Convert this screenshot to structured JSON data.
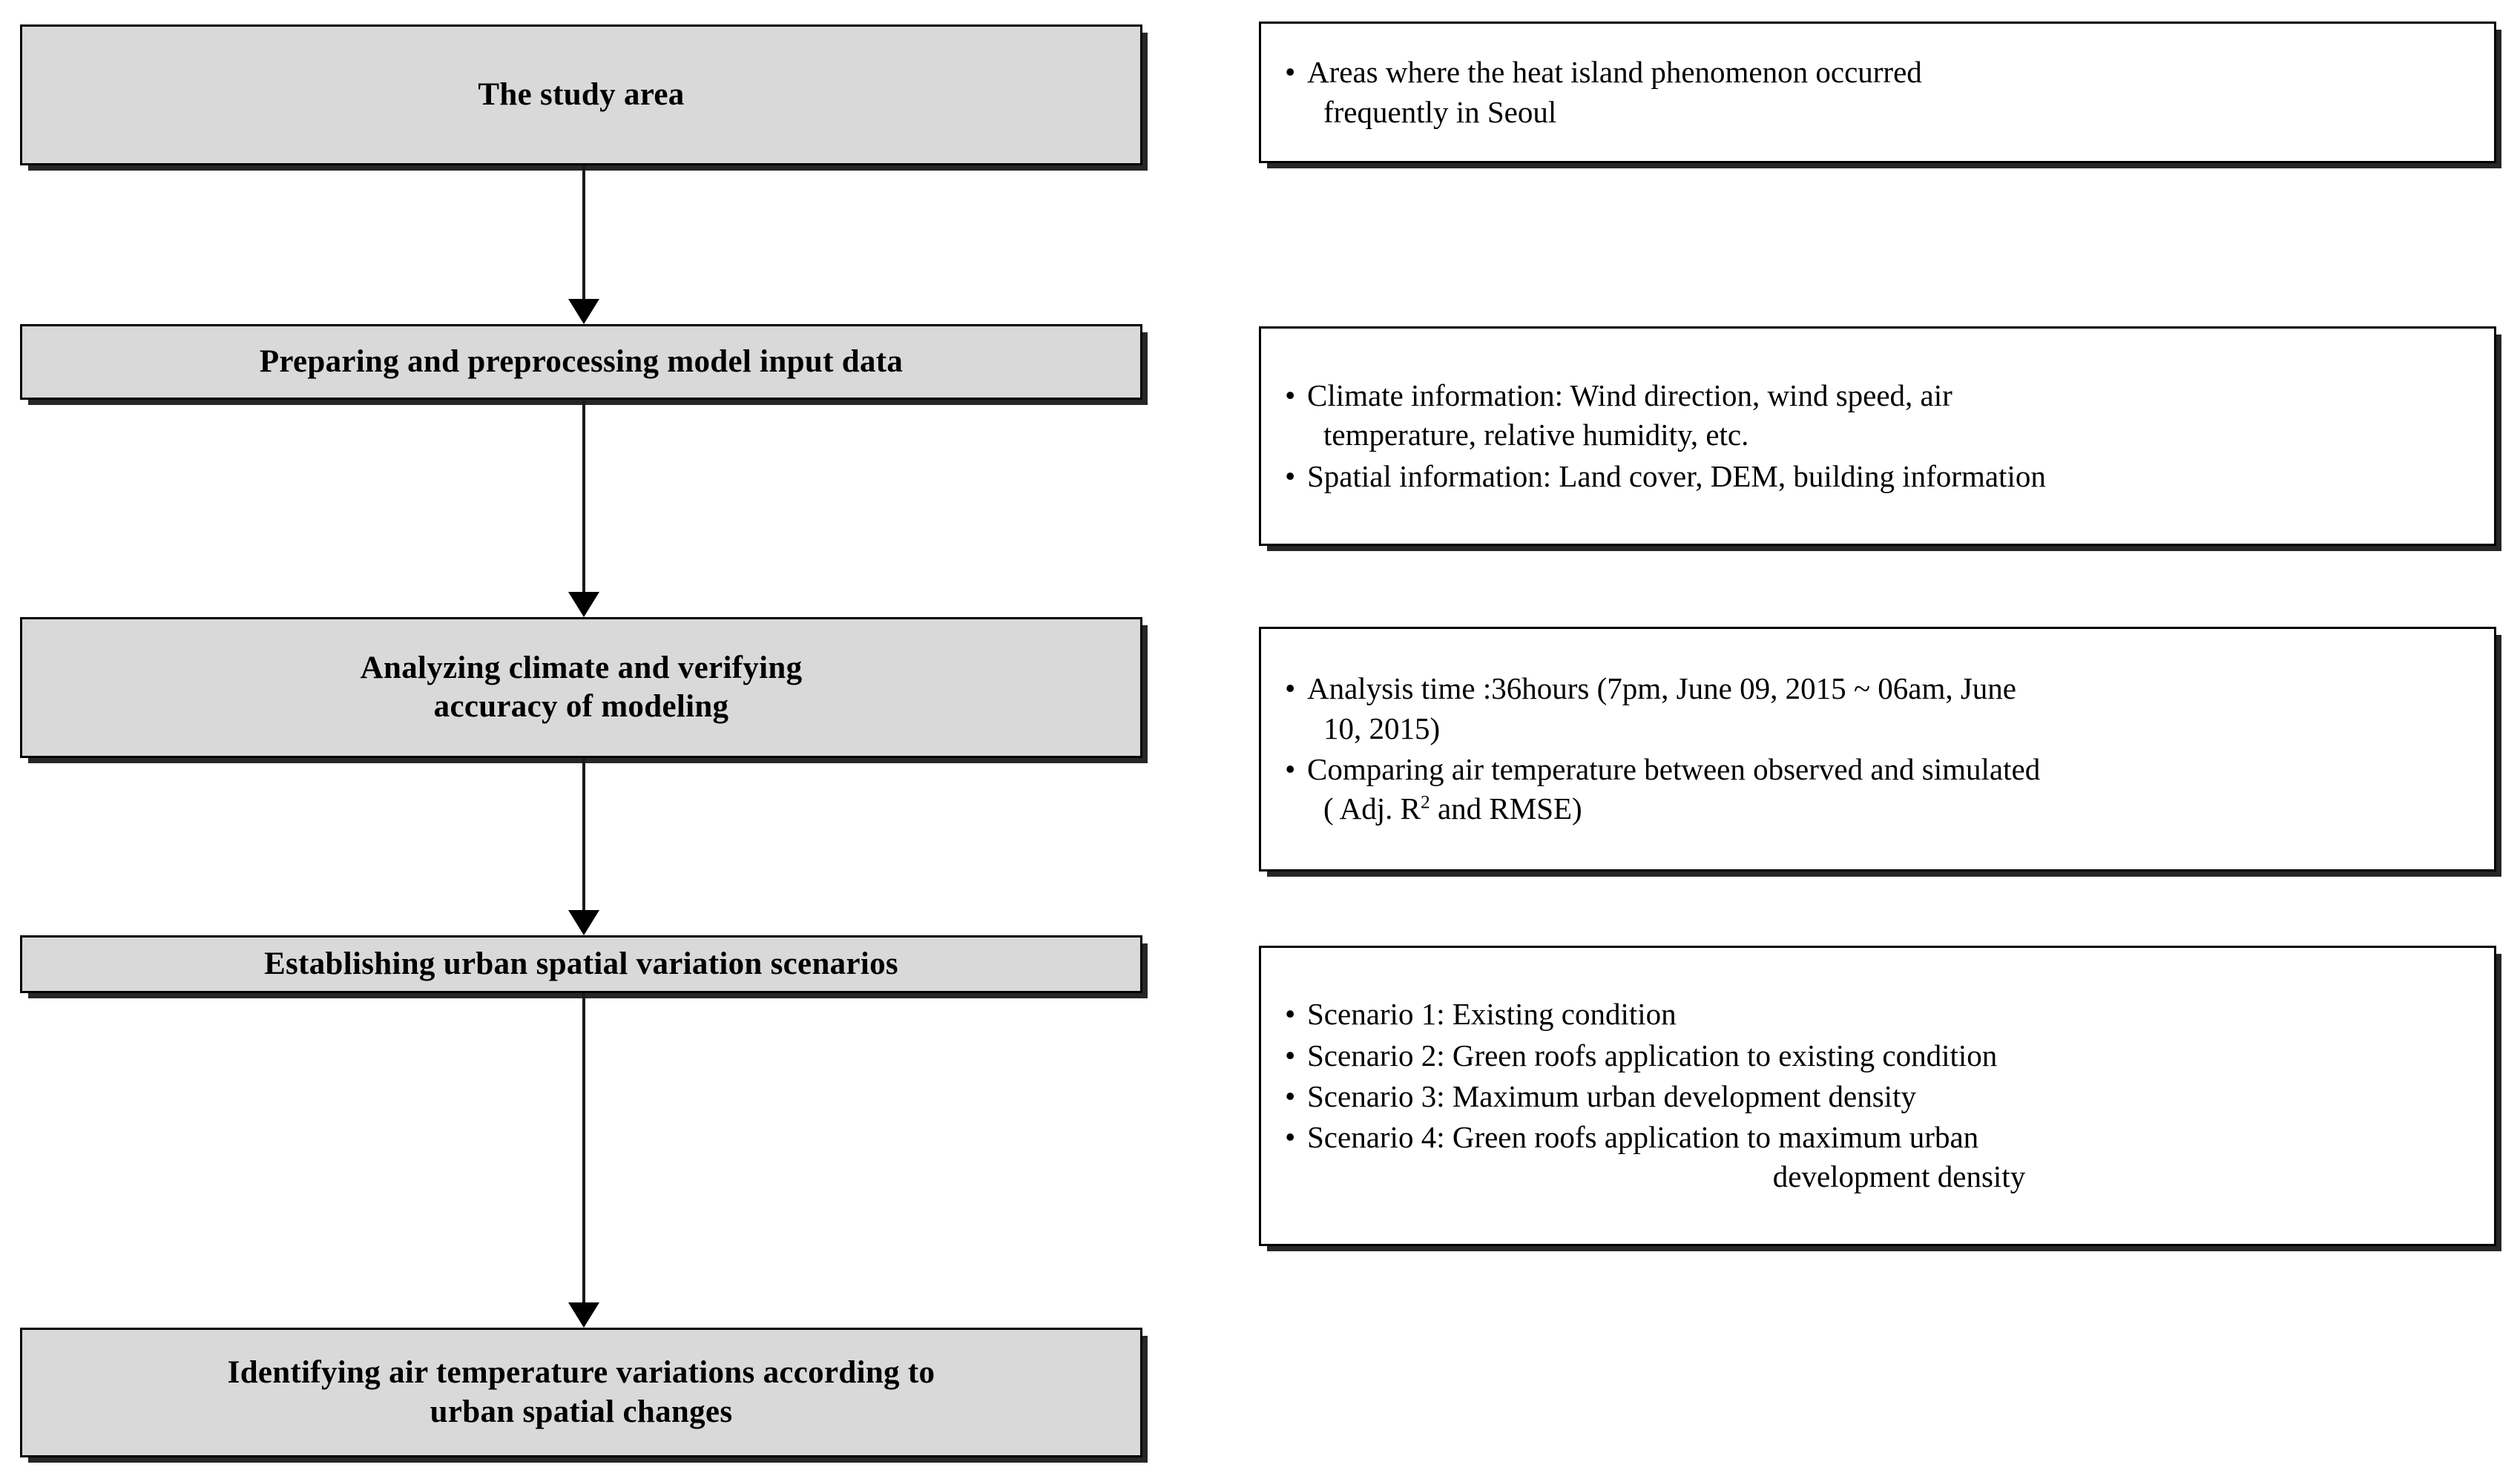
{
  "diagram": {
    "title": "Research workflow flowchart",
    "colors": {
      "process_fill": "#d9d9d9",
      "detail_fill": "#ffffff",
      "border": "#000000",
      "arrow": "#000000"
    },
    "steps": [
      {
        "id": "study-area",
        "label": "The study area",
        "details": [
          {
            "bullet": "•",
            "lines": [
              "Areas where the heat island phenomenon occurred",
              "frequently in Seoul"
            ]
          }
        ]
      },
      {
        "id": "input-data",
        "label": "Preparing and preprocessing model input data",
        "details": [
          {
            "bullet": "•",
            "lines": [
              "Climate information: Wind direction, wind speed, air",
              "temperature, relative humidity, etc."
            ]
          },
          {
            "bullet": "•",
            "lines": [
              "Spatial information: Land cover, DEM, building information"
            ]
          }
        ]
      },
      {
        "id": "analyze-verify",
        "label": "Analyzing climate and verifying\naccuracy of modeling",
        "label_line1": "Analyzing climate and verifying",
        "label_line2": "accuracy of modeling",
        "details": [
          {
            "bullet": "•",
            "lines": [
              "Analysis time :36hours (7pm, June 09, 2015 ~ 06am, June",
              "10, 2015)"
            ]
          },
          {
            "bullet": "•",
            "lines": [
              "Comparing air temperature between observed and simulated",
              "( Adj. R2 and RMSE)"
            ],
            "line2_prefix": "( Adj. R",
            "line2_sup": "2",
            "line2_suffix": " and RMSE)"
          }
        ]
      },
      {
        "id": "scenarios",
        "label": "Establishing urban spatial variation scenarios",
        "details": [
          {
            "bullet": "•",
            "lines": [
              "Scenario 1: Existing condition"
            ]
          },
          {
            "bullet": "•",
            "lines": [
              "Scenario 2: Green roofs application to existing condition"
            ]
          },
          {
            "bullet": "•",
            "lines": [
              "Scenario 3: Maximum urban development density"
            ]
          },
          {
            "bullet": "•",
            "lines": [
              "Scenario 4: Green roofs application to maximum urban",
              "development density"
            ]
          }
        ]
      },
      {
        "id": "identify-variations",
        "label": "Identifying air temperature variations according to\nurban spatial changes",
        "label_line1": "Identifying air temperature variations according to",
        "label_line2": "urban spatial changes",
        "details": []
      }
    ],
    "connectors": [
      {
        "from": "study-area",
        "to": "input-data"
      },
      {
        "from": "input-data",
        "to": "analyze-verify"
      },
      {
        "from": "analyze-verify",
        "to": "scenarios"
      },
      {
        "from": "scenarios",
        "to": "identify-variations"
      }
    ]
  }
}
